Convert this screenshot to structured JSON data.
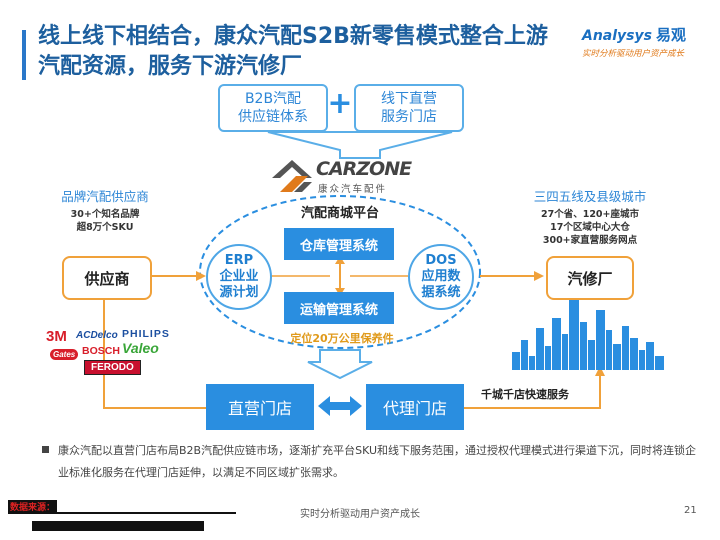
{
  "slide": {
    "title": "线上线下相结合，康众汽配S2B新零售模式整合上游汽配资源，服务下游汽修厂",
    "page_number": "21",
    "footer_text": "实时分析驱动用户资产成长",
    "source_label": "数据来源："
  },
  "logo": {
    "brand_en": "Analysys",
    "brand_cn": "易观",
    "slogan": "实时分析驱动用户资产成长"
  },
  "top_boxes": {
    "left": "B2B汽配\n供应链体系",
    "plus": "+",
    "right": "线下直营\n服务门店"
  },
  "carzone": {
    "word": "CARZONE",
    "cn": "康众汽车配件"
  },
  "platform": {
    "title": "汽配商城平台",
    "warehouse": "仓库管理系统",
    "transport": "运输管理系统",
    "warranty": "定位20万公里保养件",
    "erp": "ERP\n企业业\n源计划",
    "dos": "DOS\n应用数\n据系统"
  },
  "left_side": {
    "title": "品牌汽配供应商",
    "line1": "30+个知名品牌",
    "line2": "超8万个SKU",
    "box": "供应商",
    "brands": [
      "3M",
      "ACDelco",
      "PHILIPS",
      "BOSCH",
      "Valeo",
      "Gates",
      "FERODO"
    ]
  },
  "right_side": {
    "title": "三四五线及县级城市",
    "line1": "27个省、120+座城市",
    "line2": "17个区域中心大仓",
    "line3": "300+家直营服务网点",
    "box": "汽修厂",
    "fast": "千城千店快速服务"
  },
  "bottom_boxes": {
    "left": "直营门店",
    "right": "代理门店"
  },
  "bullet": "康众汽配以直营门店布局B2B汽配供应链市场，逐渐扩充平台SKU和线下服务范围，通过授权代理模式进行渠道下沉，同时将连锁企业标准化服务在代理门店延伸，以满足不同区域扩张需求。",
  "colors": {
    "blue": "#2a8ee0",
    "light_blue": "#5aaee8",
    "orange": "#f0a13a",
    "title_blue": "#1d5f9e"
  }
}
